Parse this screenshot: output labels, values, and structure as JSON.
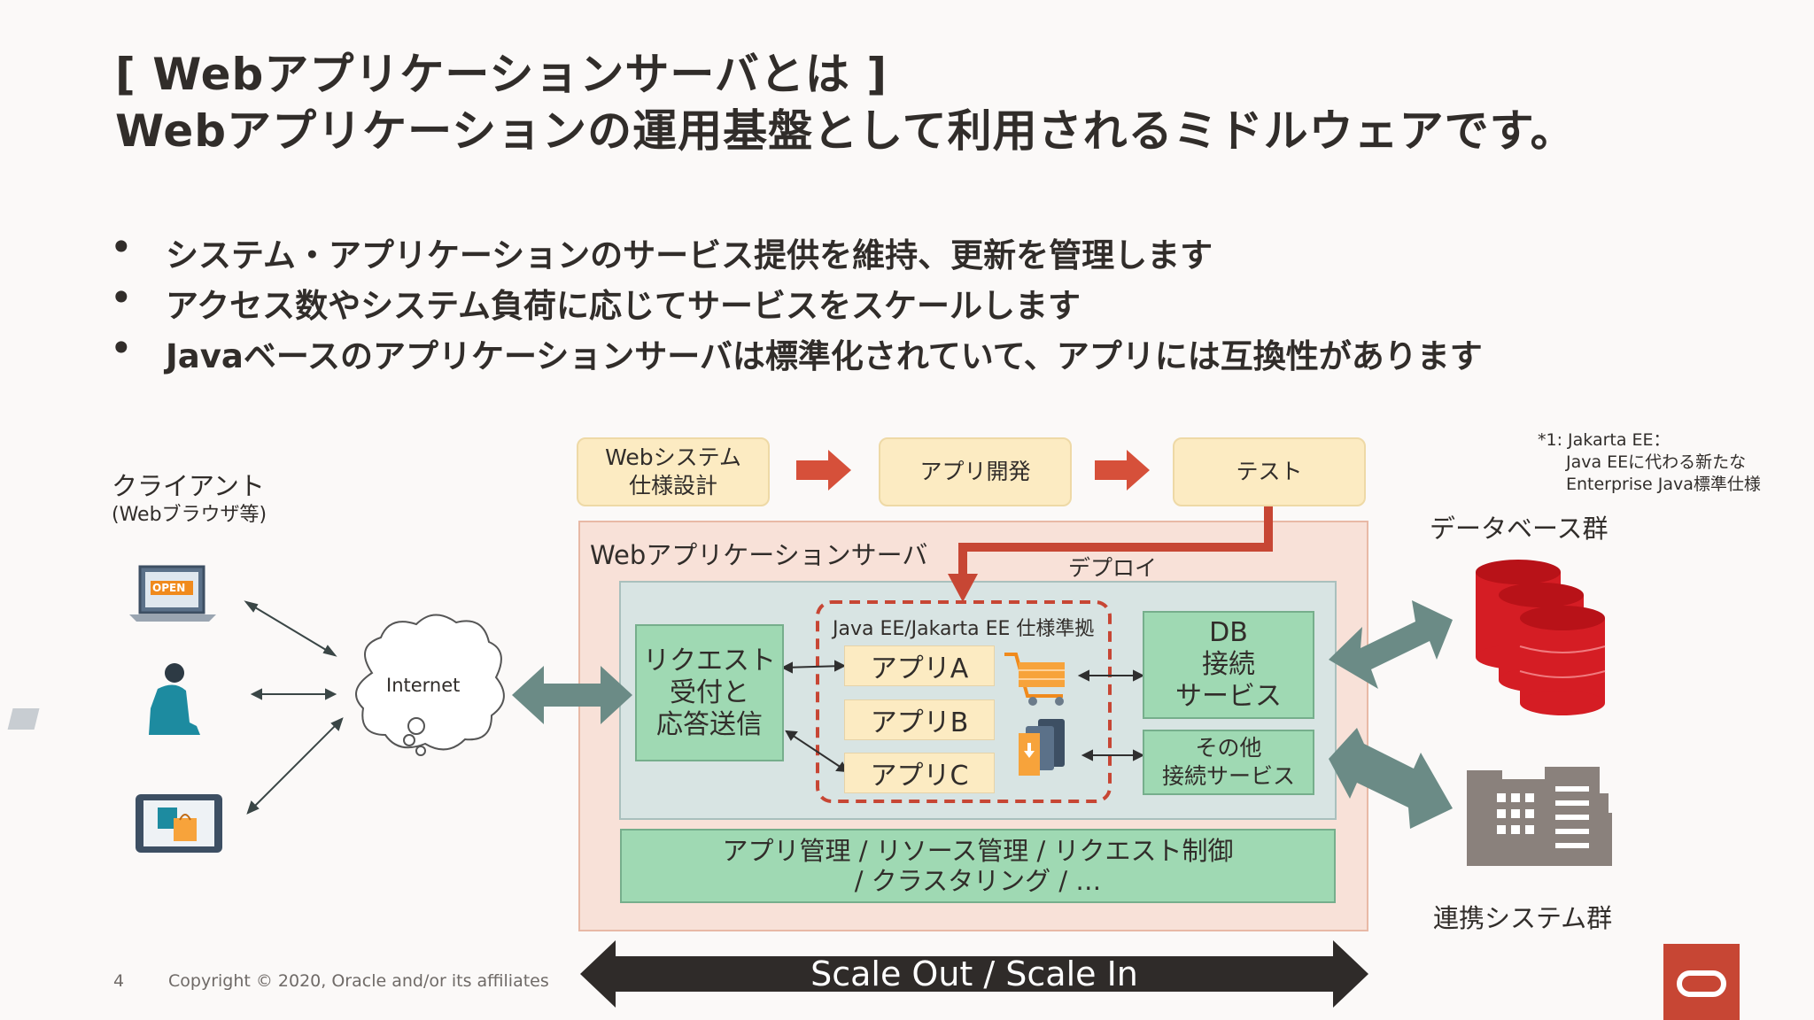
{
  "title": {
    "line1": "[ Webアプリケーションサーバとは ]",
    "line2": "Webアプリケーションの運用基盤として利用されるミドルウェアです。"
  },
  "bullets": [
    "システム・アプリケーションのサービス提供を維持、更新を管理します",
    "アクセス数やシステム負荷に応じてサービスをスケールします",
    "Javaベースのアプリケーションサーバは標準化されていて、アプリには互換性があります"
  ],
  "bullet_glyph": "•",
  "diagram": {
    "client_label": "クライアント",
    "client_sublabel": "(Webブラウザ等)",
    "open_sign": "OPEN",
    "internet_label": "Internet",
    "steps": [
      "Webシステム\n仕様設計",
      "アプリ開発",
      "テスト"
    ],
    "footnote": {
      "line1": "*1: Jakarta EE：",
      "line2": "Java EEに代わる新たな",
      "line3": "Enterprise Java標準仕様"
    },
    "database_label": "データベース群",
    "server_label": "Webアプリケーションサーバ",
    "deploy_label": "デプロイ",
    "spec_label": "Java EE/Jakarta EE 仕様準拠",
    "request_box": "リクエスト\n受付と\n応答送信",
    "apps": [
      "アプリA",
      "アプリB",
      "アプリC"
    ],
    "db_service": "DB\n接続\nサービス",
    "other_service": "その他\n接続サービス",
    "management": "アプリ管理 / リソース管理 / リクエスト制御\n/ クラスタリング / …",
    "linked_systems_label": "連携システム群",
    "scale_label": "Scale Out / Scale In"
  },
  "colors": {
    "accent_red": "#c74634",
    "server_bg": "#f8e1d8",
    "inner_bg": "#d8e4e3",
    "green_box": "#9fd9b3",
    "step_box": "#fcebc2",
    "teal_arrow": "#6b8b86",
    "db_red": "#d51d24"
  },
  "footer": {
    "page_number": "4",
    "copyright": "Copyright © 2020, Oracle and/or its affiliates"
  }
}
